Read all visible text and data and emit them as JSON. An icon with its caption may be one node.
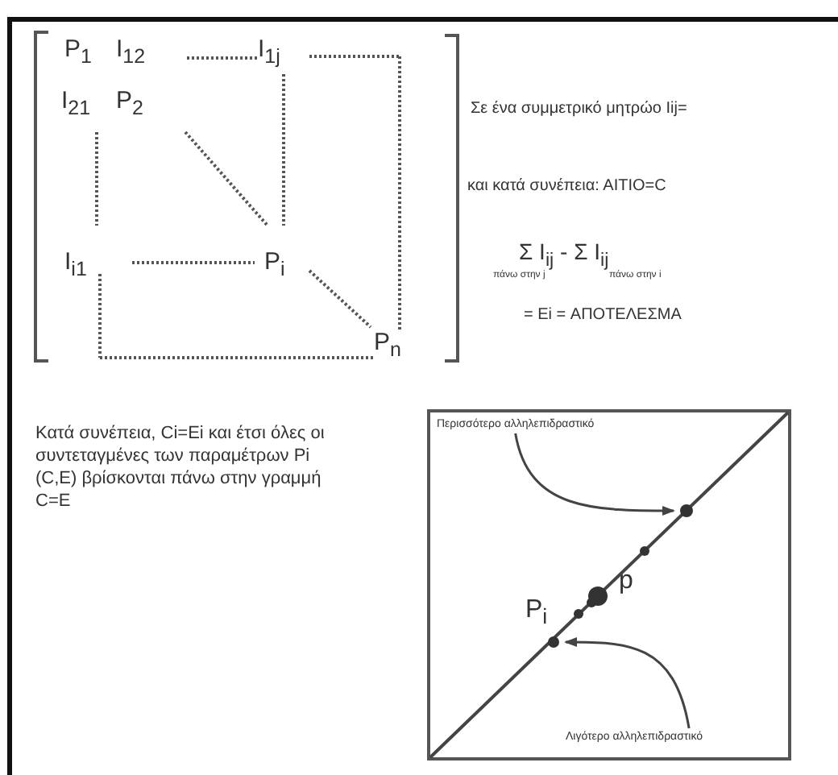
{
  "diagram": {
    "nodes": [
      {
        "text": [],
        "shape": "box"
      },
      {
        "text": [
          "Περισσότερο αλληλεπιδραστικό"
        ],
        "in": 0
      },
      {
        "text": [],
        "shape": "circle",
        "in": 0
      },
      {
        "text": [
          "Λιγότερο αλληλεπιδραστικό"
        ],
        "in": 0
      },
      {
        "text": [],
        "shape": "circle",
        "in": 0
      }
    ],
    "edges": [
      {
        "from": 1,
        "to": 2,
        "arrow": "to"
      },
      {
        "from": 3,
        "to": 4,
        "arrow": "to"
      }
    ],
    "labels": [
      "P$_{1}$",
      "I$_{12}$",
      "I$_{1j}$",
      "I$_{21}$",
      "P$_{2}$",
      "I$_{i1}$",
      "P$_{i}$",
      "P$_{n}$",
      "Σε ένα συμμετρικό μητρώο Iij=",
      "και κατά συνέπεια: ΑΙΤΙΟ=C",
      "Σ I$_{ij}$ - Σ I$_{ij}$",
      "πάνω στην j",
      "πάνω στην i",
      "= Ei = ΑΠΟΤΕΛΕΣΜΑ",
      "Κατά συνέπεια, Ci=Ei και έτσι όλες οι συντεταγμένες των παραμέτρων Pi (C,E) βρίσκονται πάνω στην γραμμή C=E",
      "P$_{i}$",
      "p"
    ]
  }
}
